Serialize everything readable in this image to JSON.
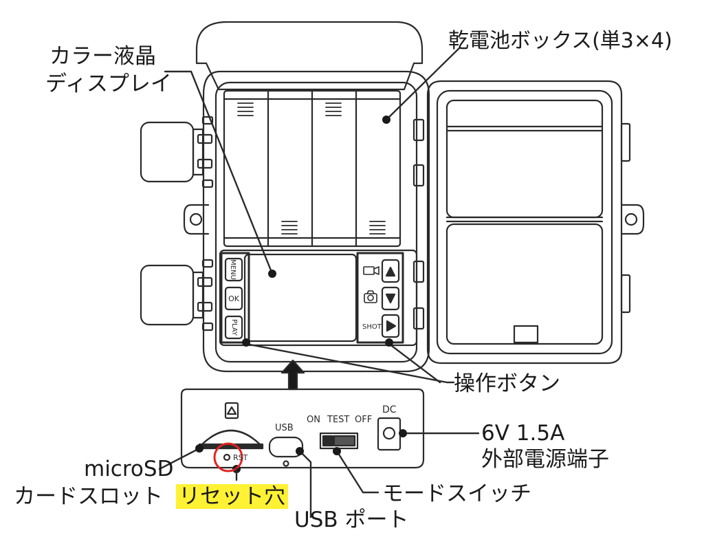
{
  "labels": {
    "lcd_line1": "カラー液晶",
    "lcd_line2": "ディスプレイ",
    "battery_box": "乾電池ボックス(単3×4)",
    "operation_buttons": "操作ボタン",
    "power_line1": "6V 1.5A",
    "power_line2": "外部電源端子",
    "microsd_line1": "microSD",
    "microsd_line2": "カードスロット",
    "reset_hole": "リセット穴",
    "usb_port": "USB ポート",
    "mode_switch": "モードスイッチ"
  },
  "device_text": {
    "menu": "MENU",
    "ok": "OK",
    "play": "PLAY",
    "shot": "SHOT",
    "usb": "USB",
    "on": "ON",
    "test": "TEST",
    "off": "OFF",
    "dc": "DC",
    "rst": "RST"
  },
  "colors": {
    "line": "#2a2a2a",
    "highlight": "#fff133",
    "reset_circle": "#e32222"
  },
  "icons": [
    "camera-video-icon",
    "camera-photo-icon",
    "arrow-up-icon",
    "arrow-down-icon",
    "arrow-right-icon",
    "card-eject-icon",
    "arrow-up-pointer-icon"
  ]
}
